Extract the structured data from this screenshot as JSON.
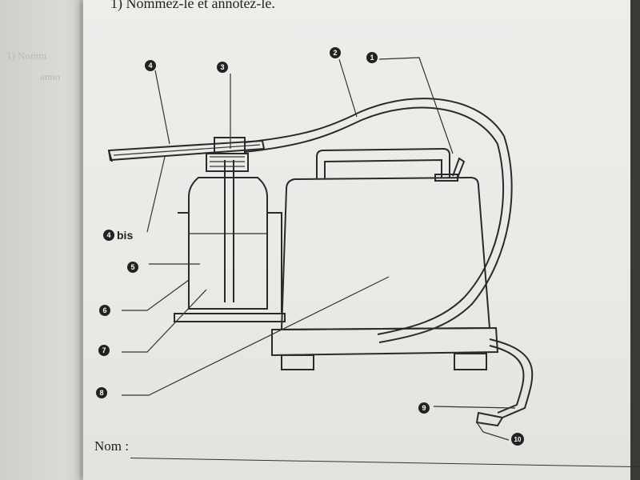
{
  "page": {
    "question": "1) Nommez-le et annotez-le.",
    "name_label": "Nom :"
  },
  "left_page_ghosts": [
    "1) Nomm",
    "anno"
  ],
  "annotations": [
    {
      "id": "4",
      "number": "4"
    },
    {
      "id": "3",
      "number": "3"
    },
    {
      "id": "2",
      "number": "2"
    },
    {
      "id": "1",
      "number": "1"
    },
    {
      "id": "4bis",
      "number": "4",
      "suffix": "bis"
    },
    {
      "id": "5",
      "number": "5"
    },
    {
      "id": "6",
      "number": "6"
    },
    {
      "id": "7",
      "number": "7"
    },
    {
      "id": "8",
      "number": "8"
    },
    {
      "id": "9",
      "number": "9"
    },
    {
      "id": "10",
      "number": "10"
    }
  ]
}
